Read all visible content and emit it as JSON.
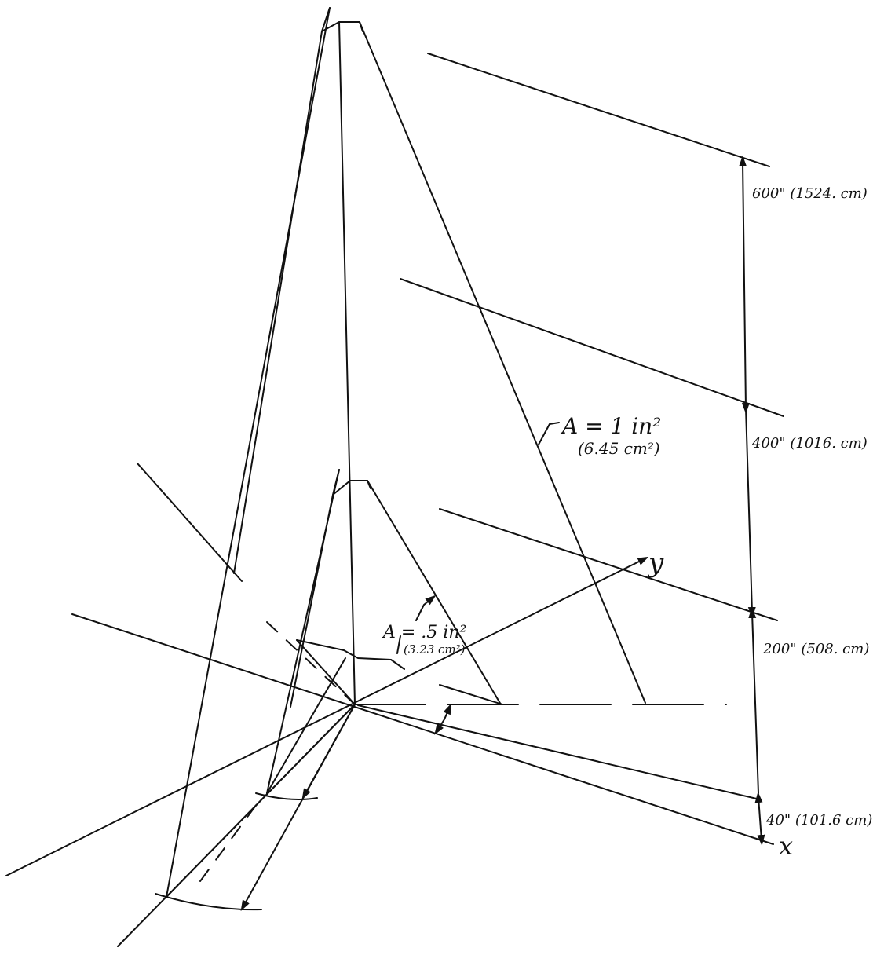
{
  "background": "#ffffff",
  "ink": "#111111",
  "axes": {
    "x_label": "x",
    "y_label": "y"
  },
  "areas": {
    "outer": {
      "label": "A = 1 in²",
      "metric": "(6.45 cm²)"
    },
    "inner": {
      "label": "A = .5 in²",
      "metric": "(3.23 cm²)"
    }
  },
  "dimensions": [
    {
      "label": "600\" (1524. cm)"
    },
    {
      "label": "400\" (1016. cm)"
    },
    {
      "label": "200\" (508. cm)"
    },
    {
      "label": "40\" (101.6 cm)"
    }
  ]
}
